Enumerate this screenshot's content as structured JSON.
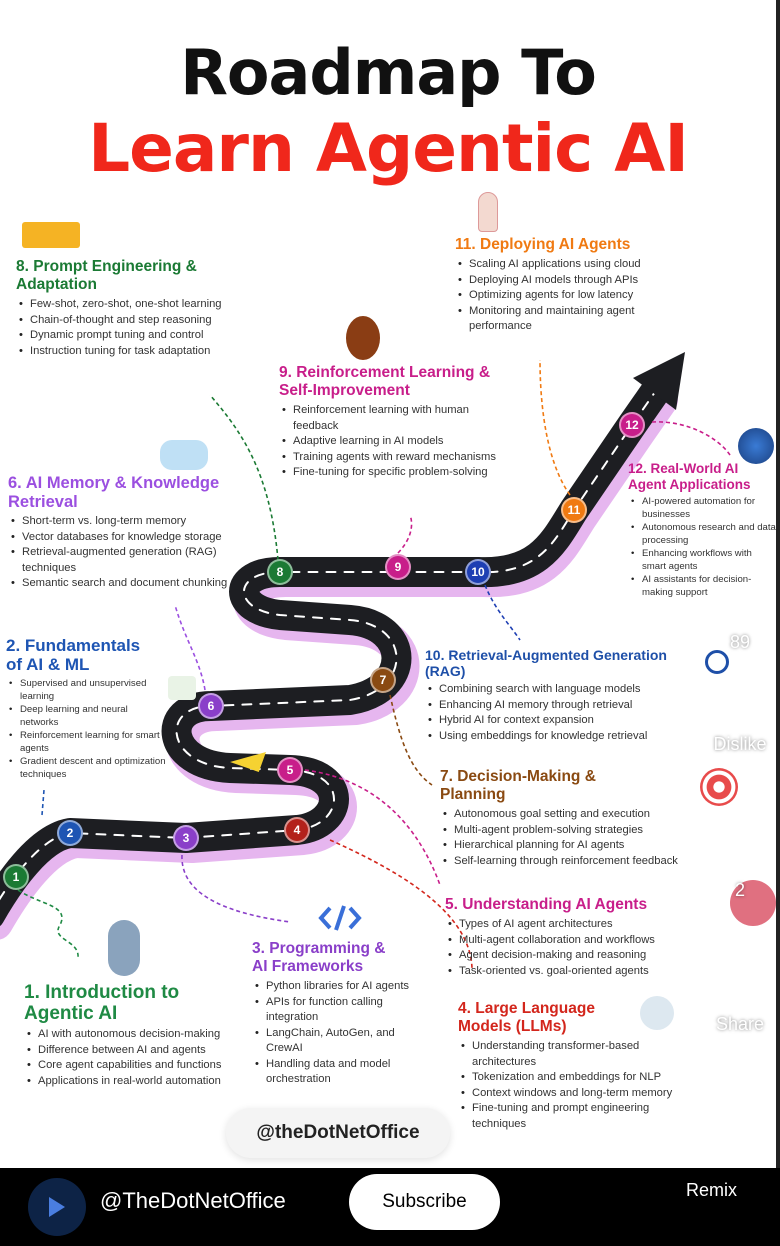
{
  "poster": {
    "title_line1": "Roadmap To",
    "title_line2": "Learn Agentic AI",
    "watermark": "@theDotNetOffice",
    "milestones": [
      {
        "n": "1",
        "color": "#1b7a34"
      },
      {
        "n": "2",
        "color": "#1e55b3"
      },
      {
        "n": "3",
        "color": "#8a3fc9"
      },
      {
        "n": "4",
        "color": "#b3221b"
      },
      {
        "n": "5",
        "color": "#c81e8a"
      },
      {
        "n": "6",
        "color": "#8a3fc9"
      },
      {
        "n": "7",
        "color": "#8a4a12"
      },
      {
        "n": "8",
        "color": "#1b7a34"
      },
      {
        "n": "9",
        "color": "#c81e8a"
      },
      {
        "n": "10",
        "color": "#1e3fb3"
      },
      {
        "n": "11",
        "color": "#f07a12"
      },
      {
        "n": "12",
        "color": "#c81e8a"
      }
    ],
    "sections": [
      {
        "title": "1. Introduction to Agentic AI",
        "color": "#1f8a44",
        "items": [
          "AI with autonomous decision-making",
          "Difference between AI and agents",
          "Core agent capabilities and functions",
          "Applications in real-world automation"
        ]
      },
      {
        "title": "2. Fundamentals of AI & ML",
        "color": "#1e55b3",
        "items": [
          "Supervised and unsupervised learning",
          "Deep learning and neural networks",
          "Reinforcement learning for smart agents",
          "Gradient descent and optimization techniques"
        ]
      },
      {
        "title": "3. Programming & AI Frameworks",
        "color": "#8a3fc9",
        "items": [
          "Python libraries for AI agents",
          "APIs for function calling integration",
          "LangChain, AutoGen, and CrewAI",
          "Handling data and model orchestration"
        ]
      },
      {
        "title": "4. Large Language Models (LLMs)",
        "color": "#d3261c",
        "items": [
          "Understanding transformer-based architectures",
          "Tokenization and embeddings for NLP",
          "Context windows and long-term memory",
          "Fine-tuning and prompt engineering techniques"
        ]
      },
      {
        "title": "5. Understanding AI Agents",
        "color": "#c81e8a",
        "items": [
          "Types of AI agent architectures",
          "Multi-agent collaboration and workflows",
          "Agent decision-making and reasoning",
          "Task-oriented vs. goal-oriented agents"
        ]
      },
      {
        "title": "6. AI Memory & Knowledge Retrieval",
        "color": "#9b4fe0",
        "items": [
          "Short-term vs. long-term memory",
          "Vector databases for knowledge storage",
          "Retrieval-augmented generation (RAG) techniques",
          "Semantic search and document chunking"
        ]
      },
      {
        "title": "7. Decision-Making & Planning",
        "color": "#8a4a12",
        "items": [
          "Autonomous goal setting and execution",
          "Multi-agent problem-solving strategies",
          "Hierarchical planning for AI agents",
          "Self-learning through reinforcement feedback"
        ]
      },
      {
        "title": "8. Prompt Engineering & Adaptation",
        "color": "#1b7a34",
        "items": [
          "Few-shot, zero-shot, one-shot learning",
          "Chain-of-thought and step reasoning",
          "Dynamic prompt tuning and control",
          "Instruction tuning for task adaptation"
        ]
      },
      {
        "title": "9. Reinforcement Learning & Self-Improvement",
        "color": "#c81e8a",
        "items": [
          "Reinforcement learning with human feedback",
          "Adaptive learning in AI models",
          "Training agents with reward mechanisms",
          "Fine-tuning for specific problem-solving"
        ]
      },
      {
        "title": "10. Retrieval-Augmented Generation (RAG)",
        "color": "#1e4fa8",
        "items": [
          "Combining search with language models",
          "Enhancing AI memory through retrieval",
          "Hybrid AI for context expansion",
          "Using embeddings for knowledge retrieval"
        ]
      },
      {
        "title": "11. Deploying AI Agents",
        "color": "#f07a12",
        "items": [
          "Scaling AI applications using cloud",
          "Deploying AI models through APIs",
          "Optimizing agents for low latency",
          "Monitoring and maintaining agent performance"
        ]
      },
      {
        "title": "12. Real-World AI Agent Applications",
        "color": "#c81e8a",
        "items": [
          "AI-powered automation for businesses",
          "Autonomous research and data processing",
          "Enhancing workflows with smart agents",
          "AI assistants for decision-making support"
        ]
      }
    ]
  },
  "actions": {
    "like_count": "89",
    "dislike_label": "Dislike",
    "comment_count": "2",
    "share_label": "Share",
    "remix_label": "Remix"
  },
  "channel": {
    "name": "@TheDotNetOffice",
    "subscribe_label": "Subscribe"
  }
}
